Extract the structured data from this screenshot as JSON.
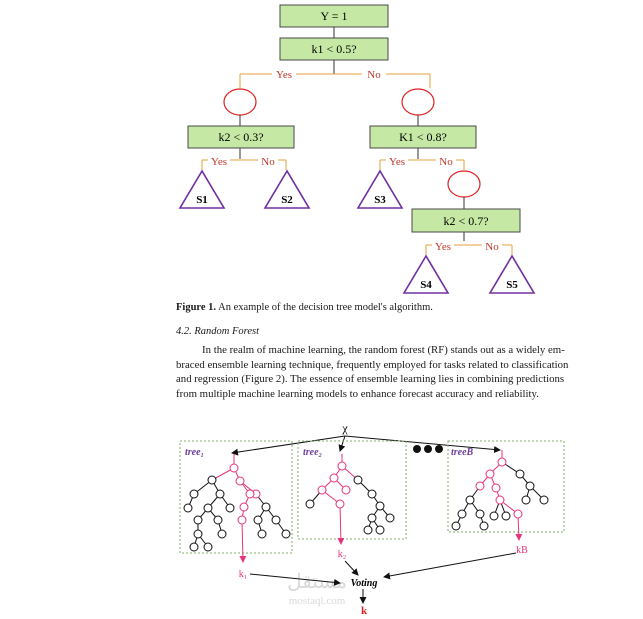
{
  "figure1": {
    "root": "Y = 1",
    "q1": "k1 < 0.5?",
    "yes": "Yes",
    "no": "No",
    "q_left": "k2 < 0.3?",
    "q_right": "K1 < 0.8?",
    "q_bottom": "k2 < 0.7?",
    "leaves": [
      "S1",
      "S2",
      "S3",
      "S4",
      "S5"
    ],
    "caption_label": "Figure 1.",
    "caption_text": " An example of the decision tree model's algorithm.",
    "colors": {
      "box_fill": "#c5e8a5",
      "box_border": "#4a4a4a",
      "node_red": "#e02020",
      "branch": "#e6a23c",
      "leaf": "#7030a0"
    }
  },
  "section": {
    "heading": "4.2. Random Forest",
    "lines": [
      "In the realm of machine learning, the random forest (RF) stands out as a widely em-",
      "braced ensemble learning technique, frequently employed for tasks related to classification",
      "and regression (Figure 2). The essence of ensemble learning lies in combining predictions",
      "from multiple machine learning models to enhance forecast accuracy and reliability."
    ]
  },
  "figure2": {
    "input": "χ",
    "tree_labels": [
      "tree₁",
      "tree₂",
      "treeB"
    ],
    "outputs": [
      "k₁",
      "k₂",
      "kB"
    ],
    "voting": "Voting",
    "result": "k",
    "colors": {
      "pink": "#e8337c",
      "box_border": "#7fb267",
      "tree_label": "#6b3fa0"
    }
  },
  "watermark": {
    "arabic": "مستقل",
    "latin": "mostaql.com"
  }
}
